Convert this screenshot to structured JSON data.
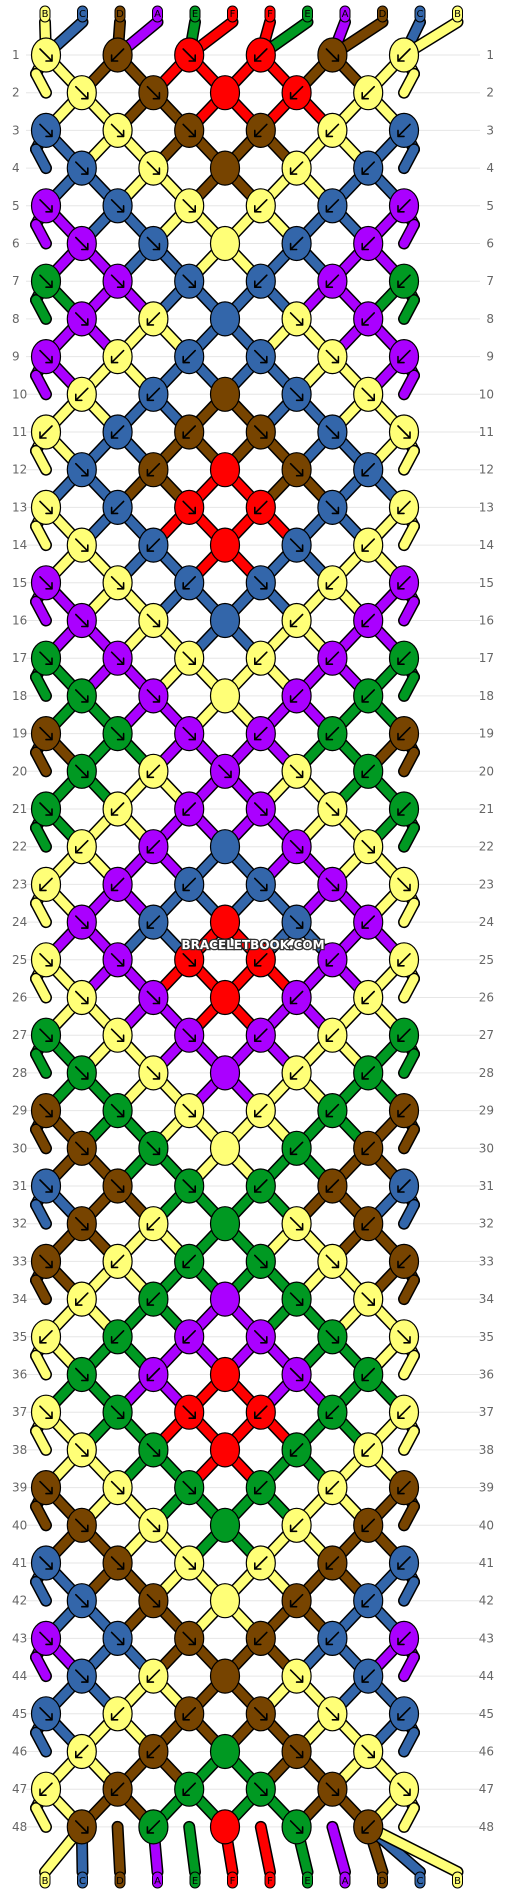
{
  "watermark": "BRACELETBOOK.COM",
  "colors": {
    "A": "#AA00FF",
    "B": "#FFFF77",
    "C": "#3366AA",
    "D": "#774400",
    "E": "#009922",
    "F": "#FF0000"
  },
  "strings_top": [
    "B",
    "C",
    "D",
    "A",
    "E",
    "F",
    "F",
    "E",
    "A",
    "D",
    "C",
    "B"
  ],
  "strings_bottom": [
    "B",
    "C",
    "D",
    "A",
    "E",
    "F",
    "F",
    "E",
    "A",
    "D",
    "C",
    "B"
  ],
  "row_labels": [
    "1",
    "2",
    "3",
    "4",
    "5",
    "6",
    "7",
    "8",
    "9",
    "10",
    "11",
    "12",
    "13",
    "14",
    "15",
    "16",
    "17",
    "18",
    "19",
    "20",
    "21",
    "22",
    "23",
    "24",
    "25",
    "26",
    "27",
    "28",
    "29",
    "30",
    "31",
    "32",
    "33",
    "34",
    "35",
    "36",
    "37",
    "38",
    "39",
    "40",
    "41",
    "42",
    "43",
    "44",
    "45",
    "46",
    "47",
    "48"
  ],
  "knots": [
    [
      "B↘",
      "D↙",
      "F↘",
      "F↙",
      "D↘",
      "B↙"
    ],
    [
      "B↘",
      "D↘",
      "F",
      "F↙",
      "B↙"
    ],
    [
      "C↘",
      "B↘",
      "D↘",
      "D↙",
      "B↙",
      "C↙"
    ],
    [
      "C↘",
      "B↘",
      "D",
      "B↙",
      "C↙"
    ],
    [
      "A↘",
      "C↘",
      "B↘",
      "B↙",
      "C↙",
      "A↙"
    ],
    [
      "A↘",
      "C↘",
      "B",
      "C↙",
      "A↙"
    ],
    [
      "E↘",
      "A↘",
      "C↘",
      "C↙",
      "A↙",
      "E↙"
    ],
    [
      "A↘",
      "B↙",
      "C",
      "B↘",
      "A↙"
    ],
    [
      "A↘",
      "B↙",
      "C↙",
      "C↘",
      "B↘",
      "A↙"
    ],
    [
      "B↙",
      "C↙",
      "D",
      "C↘",
      "B↘"
    ],
    [
      "B↙",
      "C↙",
      "D↙",
      "D↘",
      "C↘",
      "B↘"
    ],
    [
      "C↘",
      "D↙",
      "F",
      "D↘",
      "C↙"
    ],
    [
      "B↘",
      "C↙",
      "F↘",
      "F↙",
      "C↘",
      "B↙"
    ],
    [
      "B↘",
      "C↙",
      "F",
      "C↘",
      "B↙"
    ],
    [
      "A↘",
      "B↘",
      "C↙",
      "C↘",
      "B↙",
      "A↙"
    ],
    [
      "A↘",
      "B↘",
      "C",
      "B↙",
      "A↙"
    ],
    [
      "E↘",
      "A↘",
      "B↘",
      "B↙",
      "A↙",
      "E↙"
    ],
    [
      "E↘",
      "A↘",
      "B",
      "A↙",
      "E↙"
    ],
    [
      "D↘",
      "E↘",
      "A↘",
      "A↙",
      "E↙",
      "D↙"
    ],
    [
      "E↘",
      "B↙",
      "A↘",
      "B↘",
      "E↙"
    ],
    [
      "E↘",
      "B↙",
      "A↙",
      "A↘",
      "B↘",
      "E↙"
    ],
    [
      "B↙",
      "A↙",
      "C",
      "A↘",
      "B↘"
    ],
    [
      "B↙",
      "A↙",
      "C↙",
      "C↘",
      "A↘",
      "B↘"
    ],
    [
      "A↘",
      "C↙",
      "F",
      "C↘",
      "A↙"
    ],
    [
      "B↘",
      "A↘",
      "F↘",
      "F↙",
      "A↙",
      "B↙"
    ],
    [
      "B↘",
      "A↘",
      "F",
      "A↙",
      "B↙"
    ],
    [
      "E↘",
      "B↘",
      "A↘",
      "A↙",
      "B↙",
      "E↙"
    ],
    [
      "E↘",
      "B↘",
      "A",
      "B↙",
      "E↙"
    ],
    [
      "D↘",
      "E↘",
      "B↘",
      "B↙",
      "E↙",
      "D↙"
    ],
    [
      "D↘",
      "E↘",
      "B",
      "E↙",
      "D↙"
    ],
    [
      "C↘",
      "D↘",
      "E↘",
      "E↙",
      "D↙",
      "C↙"
    ],
    [
      "D↘",
      "B↙",
      "E",
      "B↘",
      "D↙"
    ],
    [
      "D↘",
      "B↙",
      "E↙",
      "E↘",
      "B↘",
      "D↙"
    ],
    [
      "B↙",
      "E↙",
      "A",
      "E↘",
      "B↘"
    ],
    [
      "B↙",
      "E↙",
      "A↙",
      "A↘",
      "E↘",
      "B↘"
    ],
    [
      "E↘",
      "A↙",
      "F",
      "A↘",
      "E↙"
    ],
    [
      "B↘",
      "E↘",
      "F↘",
      "F↙",
      "E↙",
      "B↙"
    ],
    [
      "B↘",
      "E↘",
      "F",
      "E↙",
      "B↙"
    ],
    [
      "D↘",
      "B↘",
      "E↘",
      "E↙",
      "B↙",
      "D↙"
    ],
    [
      "D↘",
      "B↘",
      "E",
      "B↙",
      "D↙"
    ],
    [
      "C↘",
      "D↘",
      "B↘",
      "B↙",
      "D↙",
      "C↙"
    ],
    [
      "C↘",
      "D↘",
      "B",
      "D↙",
      "C↙"
    ],
    [
      "A↘",
      "C↘",
      "D↘",
      "D↙",
      "C↙",
      "A↙"
    ],
    [
      "C↘",
      "B↙",
      "D",
      "B↘",
      "C↙"
    ],
    [
      "C↘",
      "B↙",
      "D↙",
      "D↘",
      "B↘",
      "C↙"
    ],
    [
      "B↙",
      "D↙",
      "E",
      "D↘",
      "B↘"
    ],
    [
      "B↙",
      "D↙",
      "E↙",
      "E↘",
      "D↘",
      "B↘"
    ],
    [
      "D↘",
      "E↙",
      "F",
      "E↘",
      "D↙"
    ]
  ]
}
